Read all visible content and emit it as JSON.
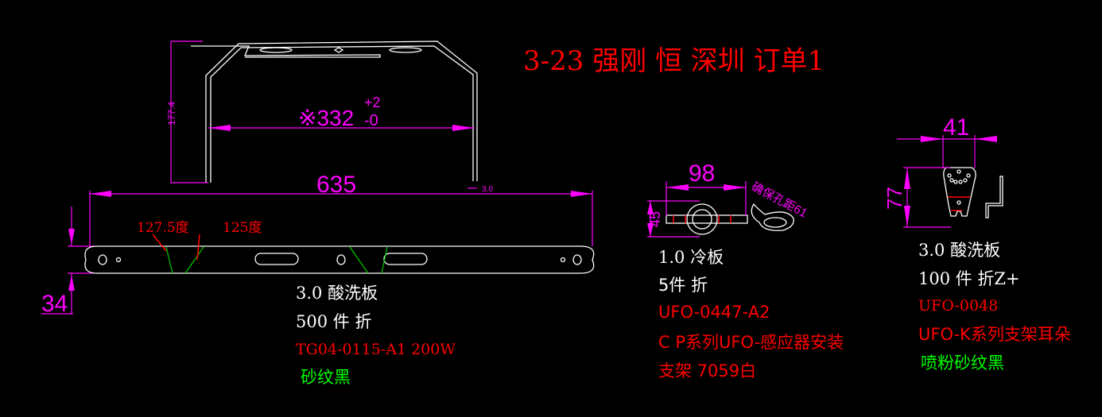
{
  "title": "3-23 强刚 恒  深圳 订单1",
  "colors": {
    "background": "#000000",
    "dimension": "#ff00ff",
    "outline": "#ffffff",
    "red_text": "#ff0000",
    "green_text": "#00ff00"
  },
  "part1": {
    "dims": {
      "height": "177.4",
      "inner_width": "※332",
      "tol_plus": "+2",
      "tol_minus": "-0",
      "length": "635",
      "thickness": "3.0",
      "width": "34",
      "angle1": "127.5度",
      "angle2": "125度"
    },
    "notes": [
      "3.0 酸洗板",
      "500 件 折"
    ],
    "code": "TG04-0115-A1 200W",
    "finish": "砂纹黑"
  },
  "part2": {
    "dims": {
      "width": "98",
      "height": "45",
      "note": "确保孔距61"
    },
    "notes": [
      "1.0  冷板",
      "5件 折"
    ],
    "code": "UFO-0447-A2",
    "desc1": "C P系列UFO-感应器安装",
    "desc2": "支架  7059白"
  },
  "part3": {
    "dims": {
      "width": "41",
      "height": "77"
    },
    "notes": [
      "3.0  酸洗板",
      "100  件  折Z+"
    ],
    "code": "UFO-0048",
    "desc": "UFO-K系列支架耳朵",
    "finish": "喷粉砂纹黑"
  }
}
